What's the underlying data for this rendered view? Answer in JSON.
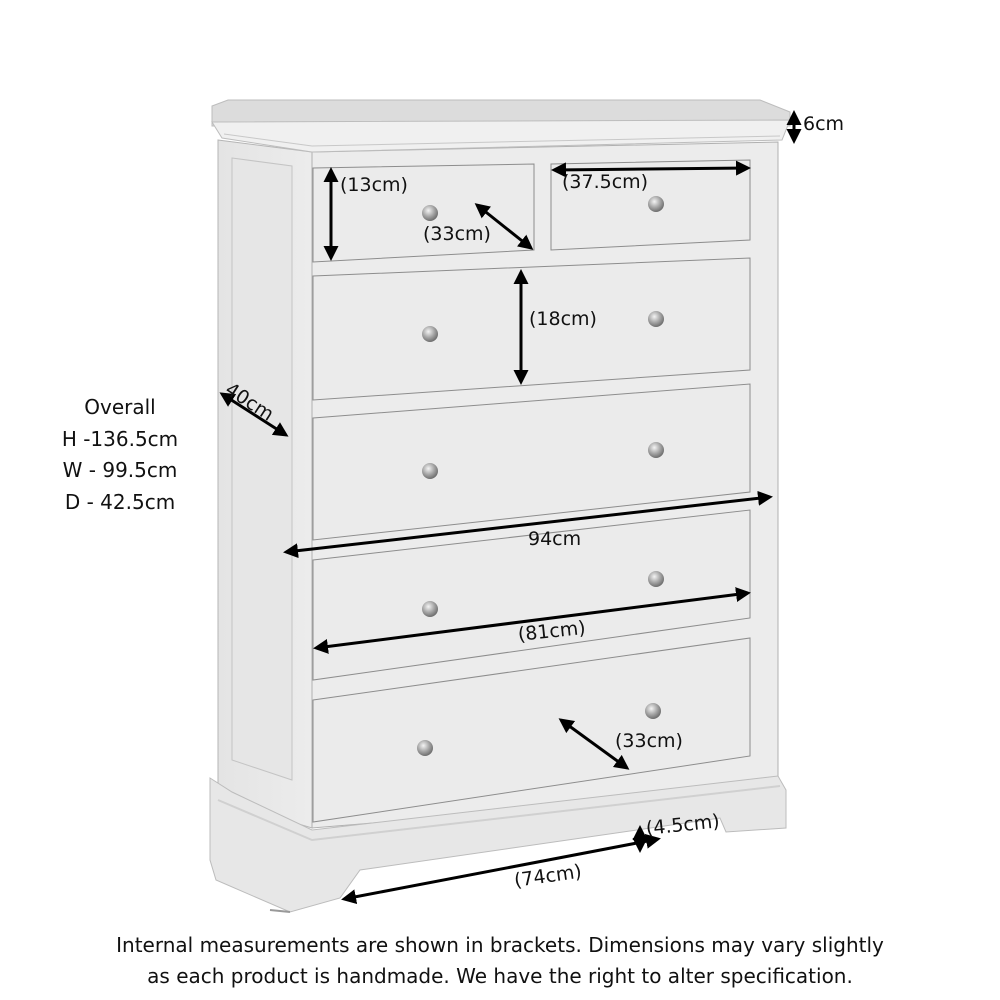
{
  "diagram": {
    "subject": "Chest of drawers (2 over 4) with dimension annotations",
    "overall": {
      "heading": "Overall",
      "height": "H -136.5cm",
      "width": "W - 99.5cm",
      "depth": "D - 42.5cm"
    },
    "labels": {
      "top_thickness": "6cm",
      "small_drawer_height": "(13cm)",
      "small_drawer_depth": "(33cm)",
      "small_drawer_width": "(37.5cm)",
      "large_drawer_height": "(18cm)",
      "side_depth": "40cm",
      "carcass_width": "94cm",
      "large_drawer_width": "(81cm)",
      "large_drawer_depth": "(33cm)",
      "plinth_clearance": "(4.5cm)",
      "plinth_inner_width": "(74cm)"
    },
    "drawers": {
      "top_row": 2,
      "full_width_rows": 4
    },
    "colors": {
      "furniture": "#e9e9e9",
      "furniture_shadow": "#d6d6d6",
      "top_surface": "#dcdcdc",
      "outline": "#a9a9a9",
      "arrow": "#000000",
      "knob": "#9a9a9a"
    }
  },
  "footer": {
    "line1": "Internal measurements are shown in brackets. Dimensions may vary slightly",
    "line2": "as each product is handmade. We have the right to alter specification."
  }
}
